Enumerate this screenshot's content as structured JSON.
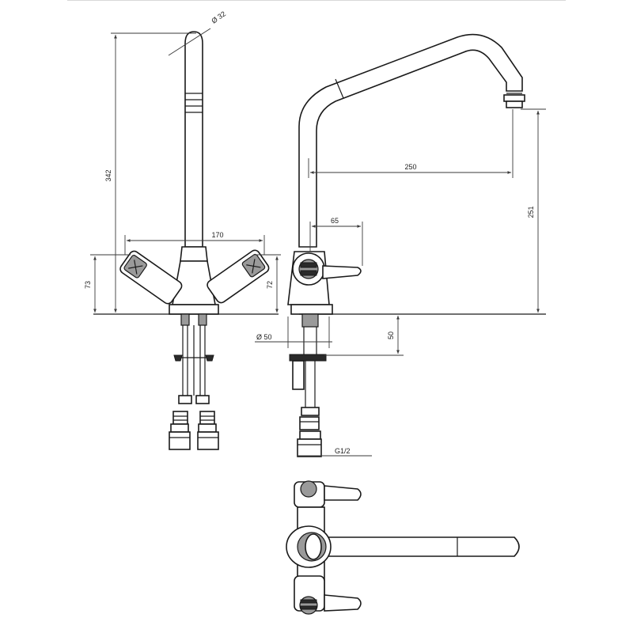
{
  "dimensions": {
    "diameter_spout": "Ø 32",
    "height_total": "342",
    "spacing_handles": "170",
    "height_left_body": "73",
    "height_right_body": "72",
    "reach": "250",
    "height_spout_outlet": "251",
    "handle_offset": "65",
    "diameter_base": "Ø 50",
    "shank_length": "50",
    "thread": "G1/2"
  }
}
